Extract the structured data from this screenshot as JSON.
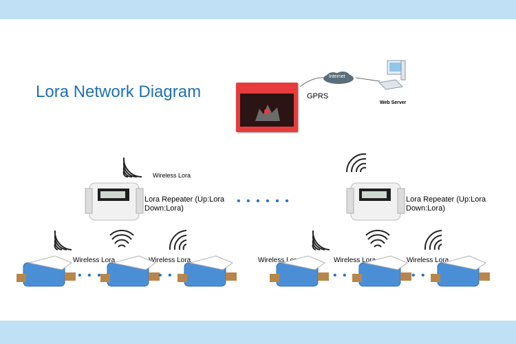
{
  "diagram": {
    "title": "Lora Network Diagram",
    "labels": {
      "internet": "Internet",
      "gprs": "GPRS",
      "web_server": "Web Server",
      "wireless_lora": "Wireless Lora",
      "repeater": "Lora Repeater (Up:Lora Down:Lora)"
    },
    "colors": {
      "title": "#1f6fb2",
      "band": "#bfe0f5",
      "gateway": "#e83b3b",
      "dots": "#2a74c6",
      "meter_body": "#4a8fd6"
    },
    "icons": [
      "wifi-signal-icon",
      "cloud-icon",
      "computer-icon",
      "gateway-device",
      "repeater-device",
      "water-meter-device"
    ]
  }
}
